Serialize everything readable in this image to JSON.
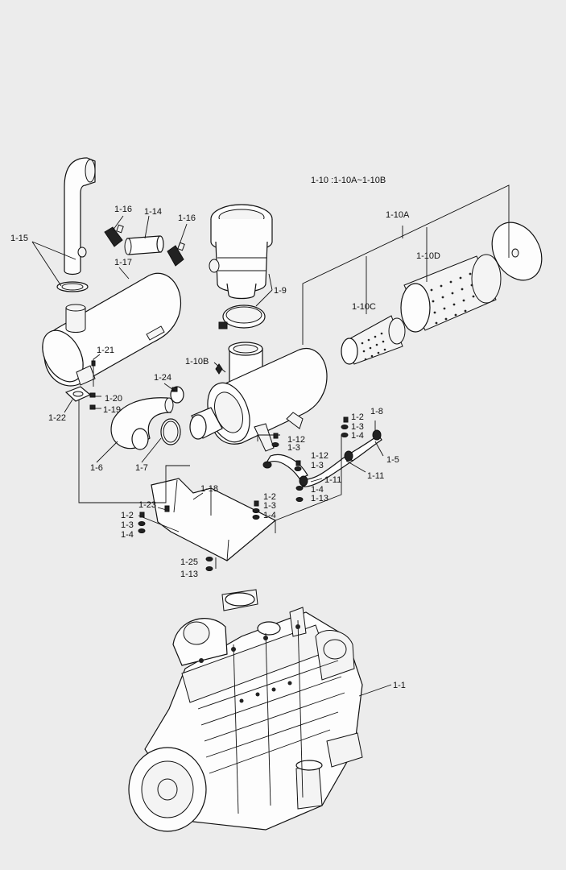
{
  "header_note": "1-10 :1-10A~1-10B",
  "labels": {
    "l1_1": "1-1",
    "l1_2a": "1-2",
    "l1_2b": "1-2",
    "l1_2c": "1-2",
    "l1_3a": "1-3",
    "l1_3b": "1-3",
    "l1_3c": "1-3",
    "l1_3d": "1-3",
    "l1_3e": "1-3",
    "l1_4a": "1-4",
    "l1_4b": "1-4",
    "l1_4c": "1-4",
    "l1_4d": "1-4",
    "l1_5": "1-5",
    "l1_6": "1-6",
    "l1_7": "1-7",
    "l1_8": "1-8",
    "l1_9": "1-9",
    "l1_10a": "1-10A",
    "l1_10b": "1-10B",
    "l1_10c": "1-10C",
    "l1_10d": "1-10D",
    "l1_11a": "1-11",
    "l1_11b": "1-11",
    "l1_12a": "1-12",
    "l1_12b": "1-12",
    "l1_13a": "1-13",
    "l1_13b": "1-13",
    "l1_14": "1-14",
    "l1_15": "1-15",
    "l1_16a": "1-16",
    "l1_16b": "1-16",
    "l1_17": "1-17",
    "l1_18": "1-18",
    "l1_19": "1-19",
    "l1_20": "1-20",
    "l1_21": "1-21",
    "l1_22": "1-22",
    "l1_23": "1-23",
    "l1_24": "1-24",
    "l1_25": "1-25"
  }
}
